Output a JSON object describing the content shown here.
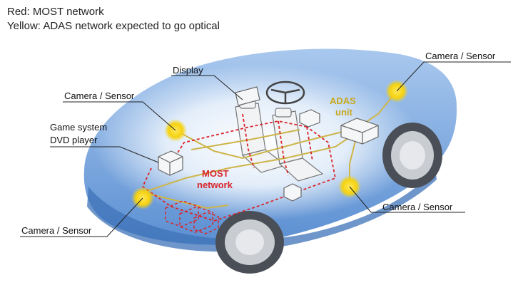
{
  "legend": {
    "line1": "Red: MOST network",
    "line2": "Yellow: ADAS network expected to go optical"
  },
  "labels": {
    "display": "Display",
    "camera_sensor": "Camera / Sensor",
    "game_system_line1": "Game system",
    "game_system_line2": "DVD player",
    "adas_line1": "ADAS",
    "adas_line2": "unit",
    "most_line1": "MOST",
    "most_line2": "network"
  },
  "colors": {
    "most_network": "#d9262c",
    "adas_network": "#c8b040",
    "sensor_node": "#f5d20f",
    "car_body": "#6f9fd8"
  }
}
